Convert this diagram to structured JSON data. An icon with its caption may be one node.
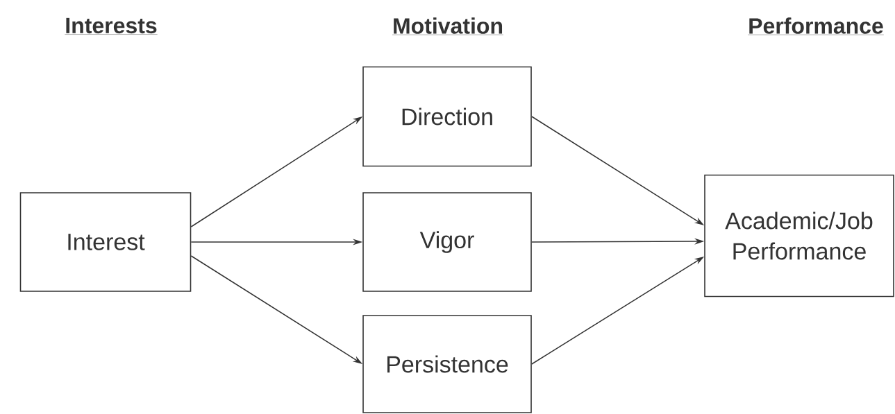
{
  "diagram": {
    "nodes": [
      {
        "text": [
          "Interest"
        ]
      },
      {
        "text": [
          "Direction"
        ]
      },
      {
        "text": [
          "Vigor"
        ]
      },
      {
        "text": [
          "Persistence"
        ]
      },
      {
        "text": [
          "Academic/Job Performance"
        ]
      }
    ],
    "edges": [
      {
        "from": 0,
        "to": 1,
        "arrow": "to"
      },
      {
        "from": 0,
        "to": 2,
        "arrow": "to"
      },
      {
        "from": 0,
        "to": 3,
        "arrow": "to"
      },
      {
        "from": 1,
        "to": 4,
        "arrow": "to"
      },
      {
        "from": 2,
        "to": 4,
        "arrow": "to"
      },
      {
        "from": 3,
        "to": 4,
        "arrow": "to"
      }
    ],
    "labels": [
      "Interests",
      "Motivation",
      "Performance"
    ]
  }
}
